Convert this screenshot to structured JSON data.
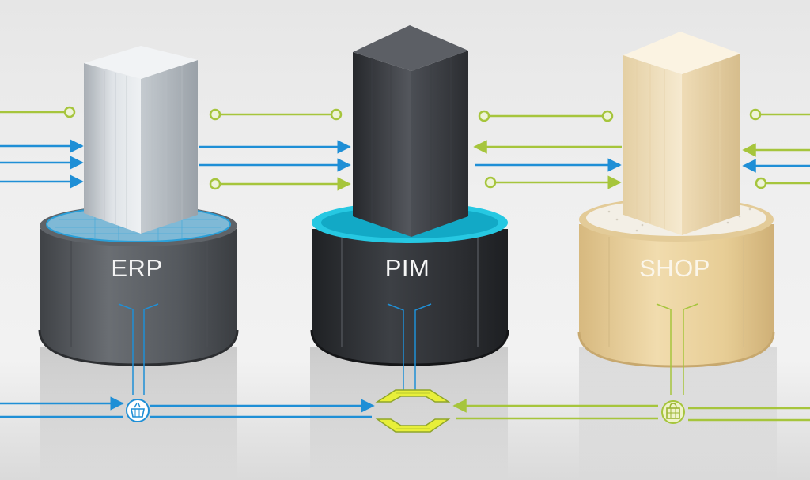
{
  "nodes": [
    {
      "id": "erp",
      "label": "ERP"
    },
    {
      "id": "pim",
      "label": "PIM"
    },
    {
      "id": "shop",
      "label": "SHOP"
    }
  ],
  "colors": {
    "flow_blue": "#1f8fd6",
    "flow_green": "#a6c53c",
    "accent_cyan": "#26c8e2",
    "highlight_yellow": "#e8ef3a",
    "erp_body": "#5a5d62",
    "pim_body": "#303237",
    "shop_body": "#e9cf9c"
  },
  "icons": [
    "basket-icon",
    "exchange-icon",
    "shopping-bag-icon"
  ]
}
